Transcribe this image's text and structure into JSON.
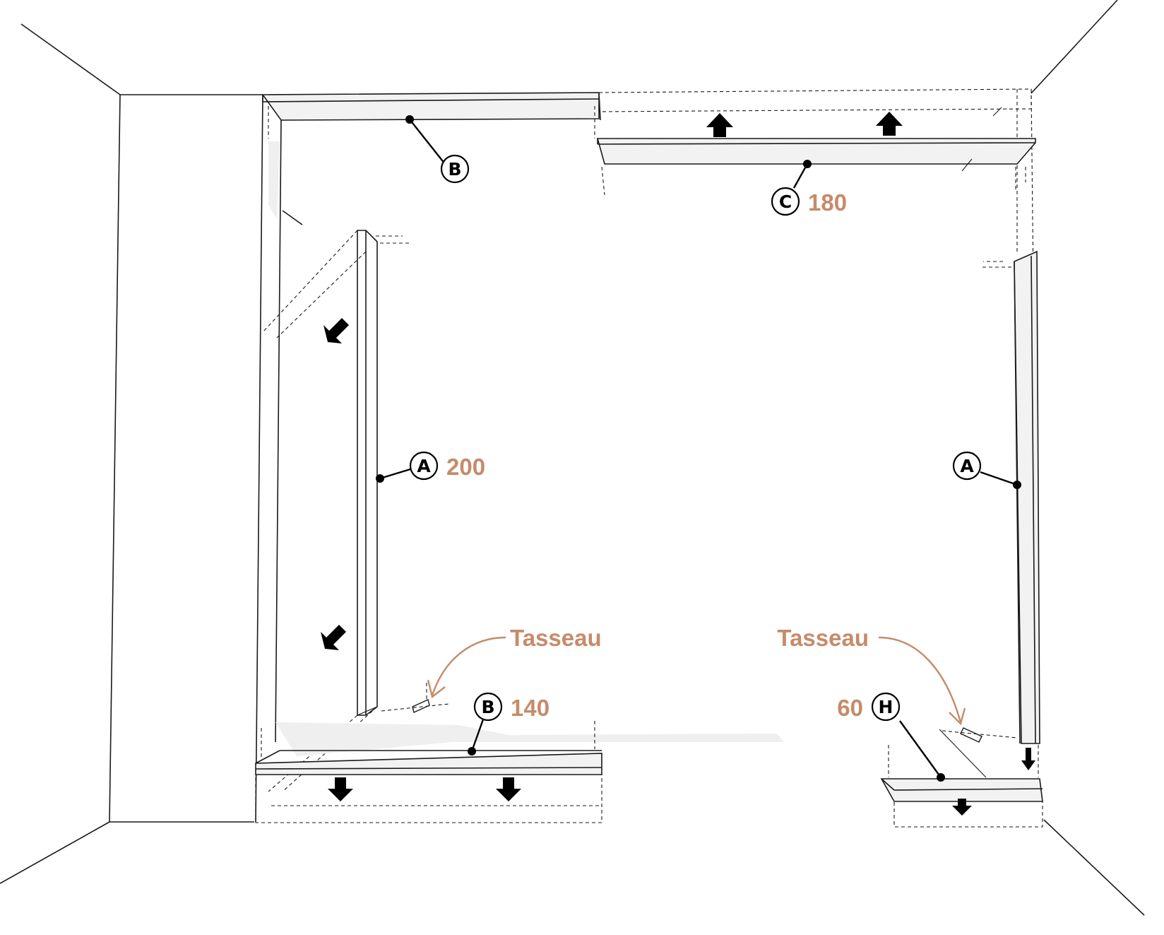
{
  "callouts": [
    {
      "id": "b-top",
      "letter": "B",
      "dimension": ""
    },
    {
      "id": "c-top",
      "letter": "C",
      "dimension": "180"
    },
    {
      "id": "a-left",
      "letter": "A",
      "dimension": "200"
    },
    {
      "id": "a-right",
      "letter": "A",
      "dimension": ""
    },
    {
      "id": "b-bottom",
      "letter": "B",
      "dimension": "140"
    },
    {
      "id": "h-bottom",
      "letter": "H",
      "dimension": "60"
    }
  ],
  "notes": {
    "tasseau_left": "Tasseau",
    "tasseau_right": "Tasseau"
  },
  "colors": {
    "line": "#1a1a1a",
    "accent": "#c68b6a",
    "panel_fill": "#f2f2f2"
  },
  "icons": [
    "arrow-up-icon",
    "arrow-down-icon",
    "arrow-down-left-icon"
  ]
}
